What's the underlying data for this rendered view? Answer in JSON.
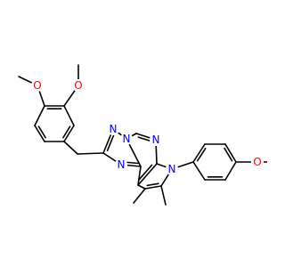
{
  "molecule": {
    "colors": {
      "carbon_bond": "#000000",
      "oxygen": "#ff0000",
      "nitrogen": "#0000ff",
      "background": "#ffffff"
    },
    "atom_labels": {
      "O1": "O",
      "O2": "O",
      "O3": "O",
      "N1": "N",
      "N2": "N",
      "N3": "N",
      "N4": "N",
      "N5": "N"
    }
  }
}
